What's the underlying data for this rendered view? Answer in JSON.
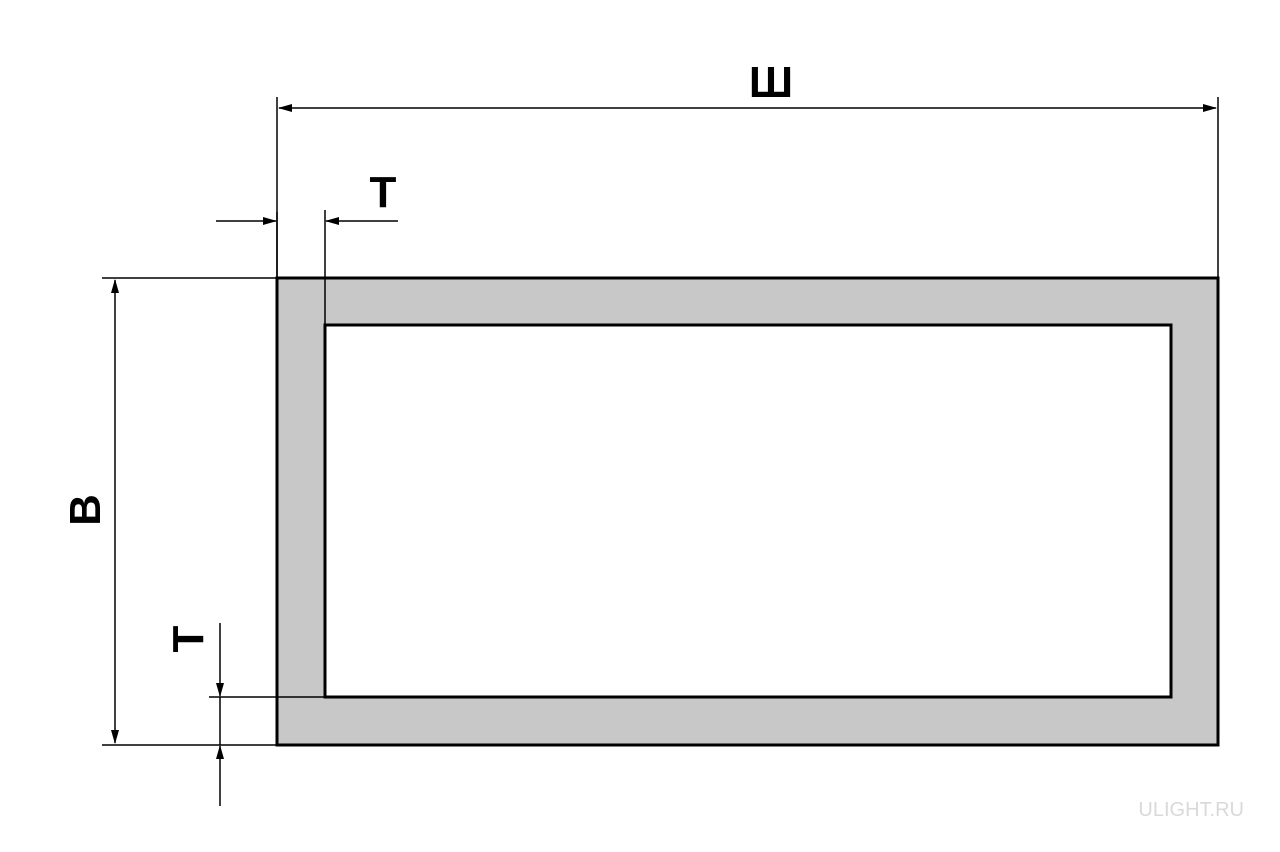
{
  "diagram": {
    "labels": {
      "width": "Ш",
      "height": "В",
      "thickness_top": "Т",
      "thickness_side": "Т"
    },
    "watermark": "ULIGHT.RU",
    "colors": {
      "wall_fill": "#c8c8c8",
      "outline": "#000000",
      "background": "#ffffff",
      "watermark": "#d9d9d9"
    }
  }
}
